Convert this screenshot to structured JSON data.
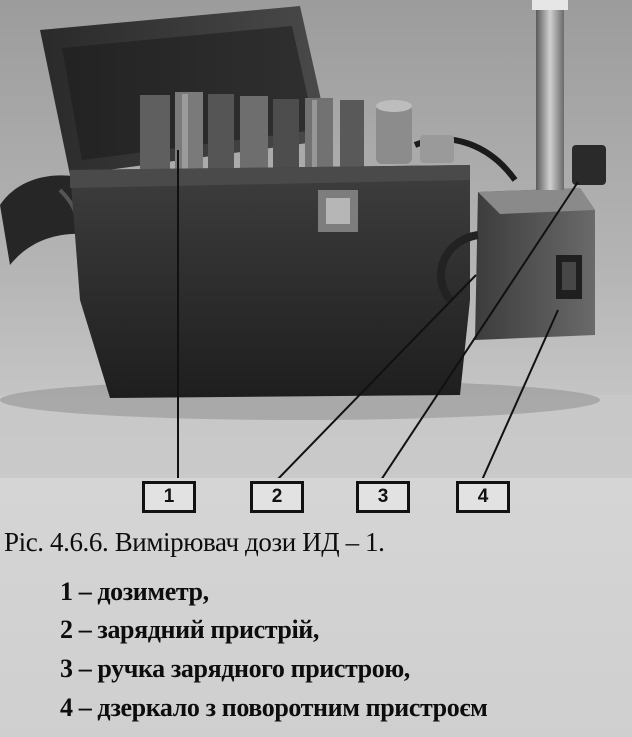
{
  "figure": {
    "labels": [
      "1",
      "2",
      "3",
      "4"
    ],
    "caption": {
      "title": "Ріс. 4.6.6. Вимірювач дози  ИД – 1.",
      "items": [
        "1 –  дозиметр,",
        "2 – зарядний пристрій,",
        "3 – ручка зарядного пристрою,",
        "4 – дзеркало з поворотним пристроєм"
      ]
    }
  },
  "colors": {
    "paper": "#d2d2d2",
    "ink": "#111111",
    "case": "#3a3a3a"
  }
}
